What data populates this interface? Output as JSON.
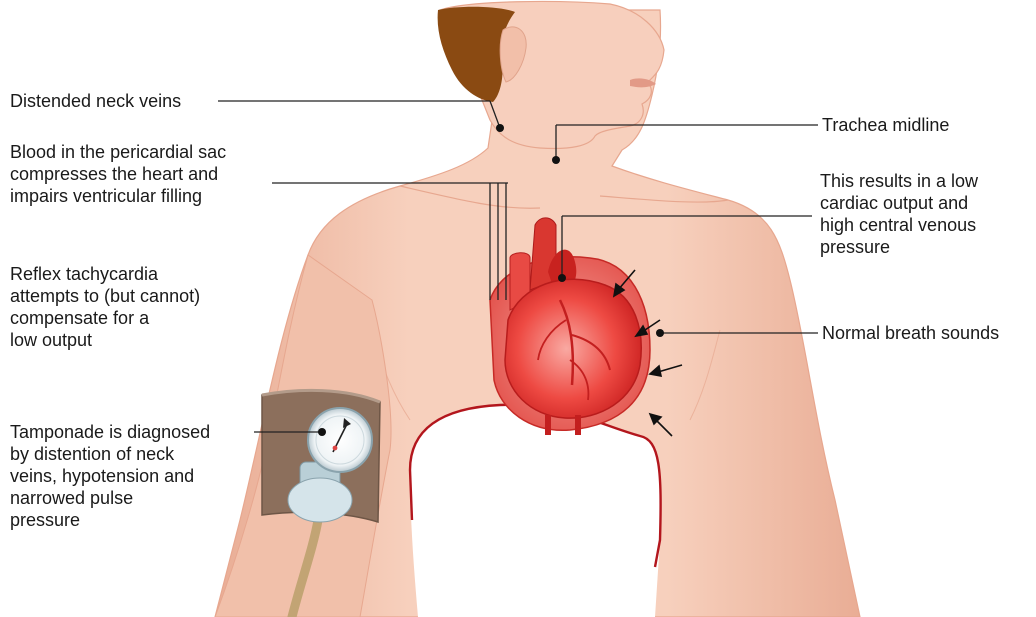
{
  "diagram": {
    "labels": {
      "neck_veins": [
        "Distended neck veins"
      ],
      "pericardial": [
        "Blood in the pericardial sac",
        "compresses the heart and",
        "impairs ventricular filling"
      ],
      "tachycardia": [
        "Reflex tachycardia",
        "attempts to (but cannot)",
        "compensate for a",
        "low output"
      ],
      "tamponade": [
        "Tamponade is diagnosed",
        "by distention of neck",
        "veins, hypotension and",
        "narrowed pulse",
        "pressure"
      ],
      "trachea": [
        "Trachea midline"
      ],
      "cardiac_output": [
        "This results in a low",
        "cardiac output and",
        "high central venous",
        "pressure"
      ],
      "breath_sounds": [
        "Normal breath sounds"
      ]
    },
    "colors": {
      "skin": "#f5c7b2",
      "skin_shadow": "#e6a991",
      "hair": "#8a4a12",
      "heart": "#e8332f",
      "heart_light": "#f79a93",
      "pericardium_line": "#b3161d",
      "cuff": "#8c6f5c",
      "leader_line": "#222222"
    },
    "icons": [
      "bp-gauge-icon",
      "pressure-arrow-icon"
    ]
  }
}
